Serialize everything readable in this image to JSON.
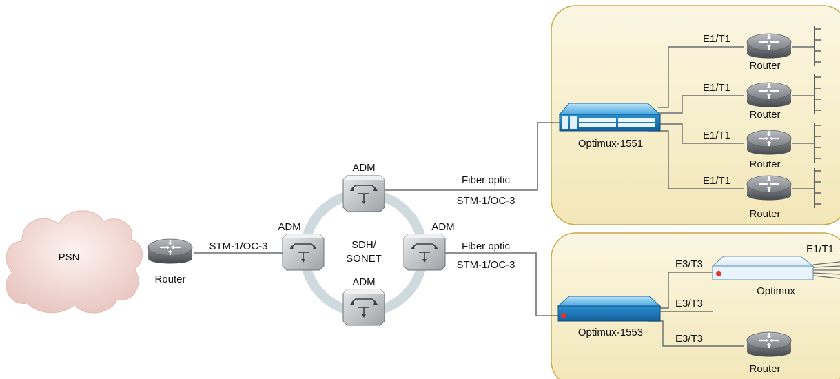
{
  "cloud": {
    "label": "PSN"
  },
  "left_router": {
    "label": "Router"
  },
  "left_link": {
    "label": "STM-1/OC-3"
  },
  "ring": {
    "label_line1": "SDH/",
    "label_line2": "SONET",
    "adm_top": "ADM",
    "adm_left": "ADM",
    "adm_right": "ADM",
    "adm_bottom": "ADM"
  },
  "upper_link": {
    "line1": "Fiber optic",
    "line2": "STM-1/OC-3"
  },
  "lower_link": {
    "line1": "Fiber optic",
    "line2": "STM-1/OC-3"
  },
  "upper_panel": {
    "device": "Optimux-1551",
    "branches": [
      {
        "link": "E1/T1",
        "router": "Router"
      },
      {
        "link": "E1/T1",
        "router": "Router"
      },
      {
        "link": "E1/T1",
        "router": "Router"
      },
      {
        "link": "E1/T1",
        "router": "Router"
      }
    ]
  },
  "lower_panel": {
    "device": "Optimux-1553",
    "optimux": {
      "label": "Optimux",
      "out_label": "E1/T1"
    },
    "link_to_optimux": "E3/T3",
    "link_open": "E3/T3",
    "link_to_router": "E3/T3",
    "router": "Router"
  },
  "colors": {
    "panel_fill": "#f8efcc",
    "panel_stroke": "#c9a84a",
    "ring": "#cfdadf",
    "device_blue": "#2a8fd0",
    "router_gray": "#7f8387"
  }
}
